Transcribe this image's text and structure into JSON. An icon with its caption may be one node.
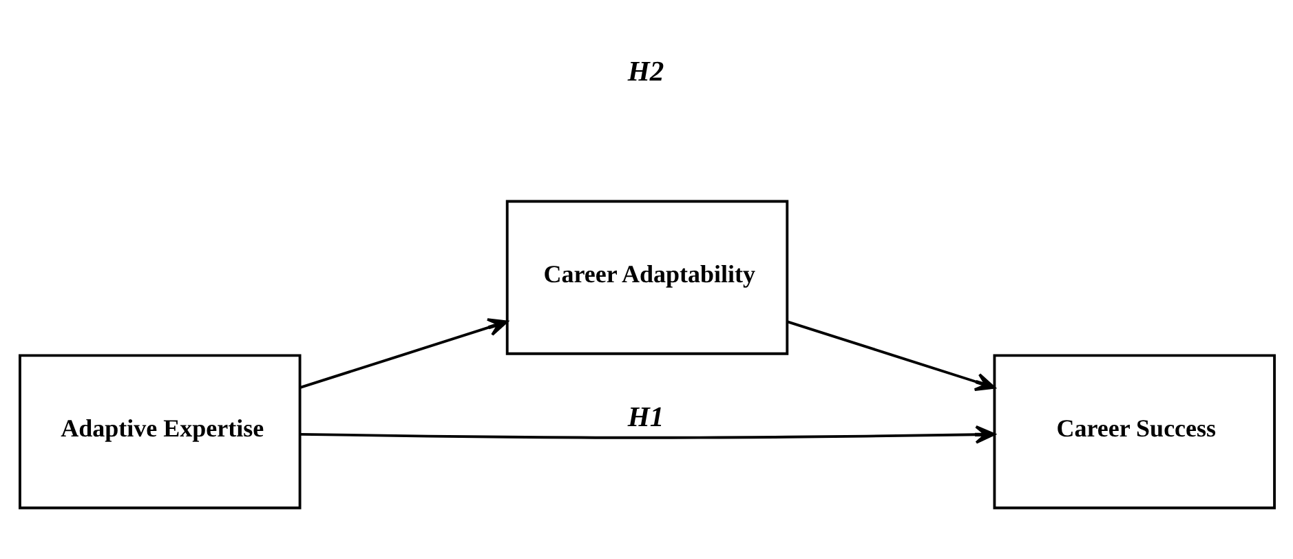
{
  "diagram": {
    "nodes": [
      {
        "text": [
          "Adaptive Expertise"
        ]
      },
      {
        "text": [
          "Career Adaptability"
        ]
      },
      {
        "text": [
          "Career Success"
        ]
      }
    ],
    "edges": [
      {
        "from": 0,
        "to": 1,
        "arrow": "to"
      },
      {
        "from": 1,
        "to": 2,
        "arrow": "to"
      },
      {
        "from": 0,
        "to": 2,
        "arrow": "to",
        "label": "H1"
      }
    ],
    "labels": [
      "H2"
    ]
  }
}
